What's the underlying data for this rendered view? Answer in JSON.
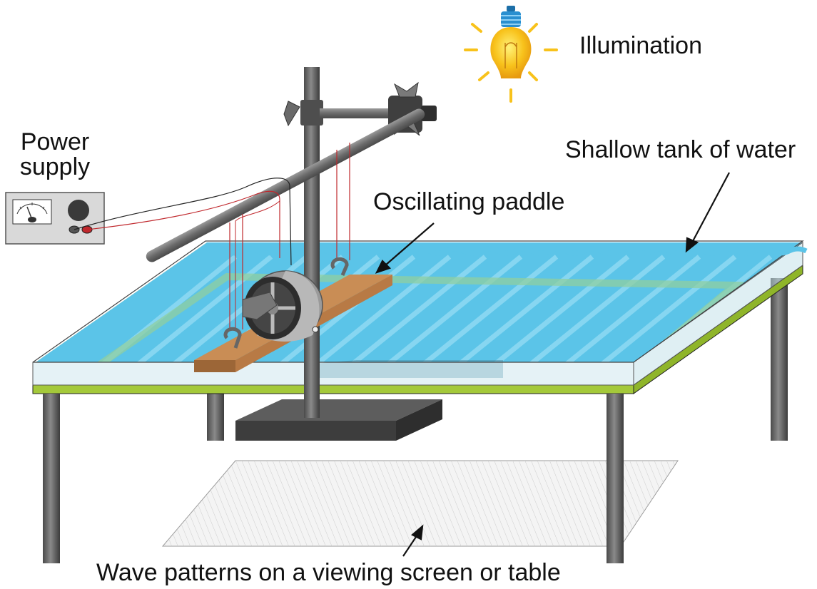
{
  "labels": {
    "illumination": "Illumination",
    "tank": "Shallow tank of water",
    "paddle": "Oscillating paddle",
    "power_line1": "Power",
    "power_line2": "supply",
    "screen": "Wave patterns on a viewing screen or table"
  },
  "colors": {
    "water": "#5bc4e8",
    "water_dark": "#3fa9d6",
    "table_edge": "#a4c93a",
    "paddle_wood": "#b87a45",
    "steel": "#6e6e6e",
    "bulb": "#f8c21b",
    "bulb_cap": "#2a8fd0",
    "wire_red": "#c0282d",
    "wire_black": "#222222"
  },
  "icons": {
    "light": "light-bulb-icon",
    "meter": "meter-icon",
    "motor": "motor-icon"
  }
}
